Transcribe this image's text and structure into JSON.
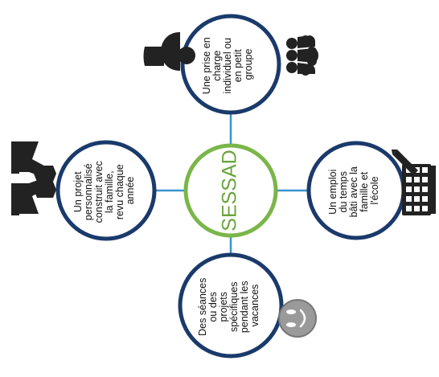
{
  "diagram": {
    "center": {
      "label": "SESSAD"
    },
    "nodes": [
      {
        "id": "top",
        "lines": [
          "Une prise en",
          "charge",
          "individuel ou",
          "en petit",
          "groupe"
        ],
        "icons": [
          "person-icon",
          "group-icon"
        ]
      },
      {
        "id": "left",
        "lines": [
          "Un projet",
          "personnalisé",
          "construit avec",
          "la famille,",
          "revu chaque",
          "année"
        ],
        "icons": [
          "handshake-icon"
        ]
      },
      {
        "id": "right",
        "lines": [
          "Un emploi",
          "du temps",
          "bâti avec la",
          "famille et",
          "l'école"
        ],
        "icons": [
          "calendar-icon"
        ]
      },
      {
        "id": "bottom",
        "lines": [
          "Des séances",
          "ou des",
          "projets",
          "spécifiques",
          "pendant les",
          "vacances"
        ],
        "icons": [
          "smiley-icon"
        ]
      }
    ],
    "colors": {
      "center_ring": "#7ab648",
      "center_text": "#6aa43c",
      "node_ring": "#1a3a6b",
      "connector": "#3a93cf",
      "text": "#111111",
      "icon": "#222222",
      "smiley": "#8c8c8c"
    }
  }
}
